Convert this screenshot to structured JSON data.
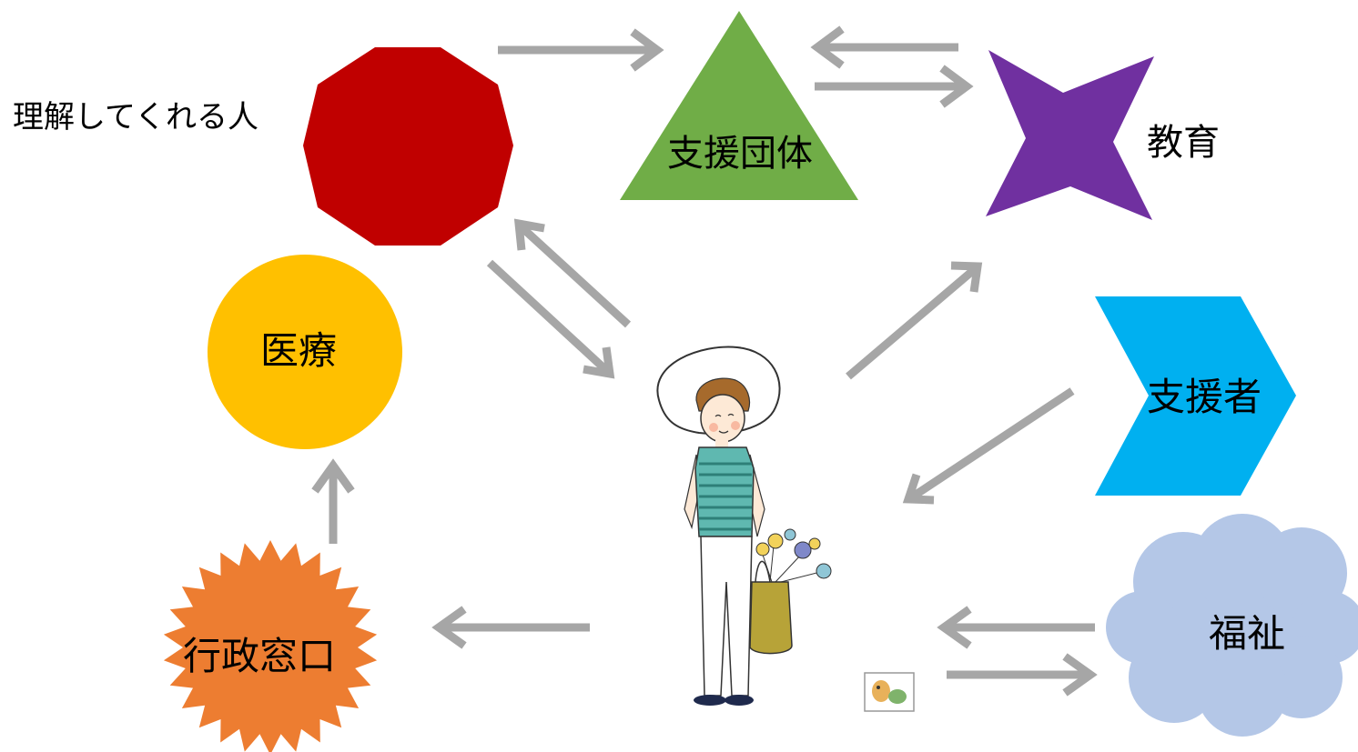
{
  "diagram": {
    "nodes": {
      "rikai": {
        "label": "理解してくれる人",
        "color": "#c00000",
        "shape": "decagon"
      },
      "shien_dantai": {
        "label": "支援団体",
        "color": "#70ad47",
        "shape": "triangle"
      },
      "kyouiku": {
        "label": "教育",
        "color": "#7030a0",
        "shape": "four-point-star"
      },
      "iryou": {
        "label": "医療",
        "color": "#ffc000",
        "shape": "circle"
      },
      "shiensha": {
        "label": "支援者",
        "color": "#00b0f0",
        "shape": "chevron"
      },
      "gyousei": {
        "label": "行政窓口",
        "color": "#ed7d31",
        "shape": "starburst"
      },
      "fukushi": {
        "label": "福祉",
        "color": "#b4c7e7",
        "shape": "cloud"
      }
    },
    "center_figure": {
      "icon": "woman-with-flower-bag-icon"
    },
    "small_stamp": {
      "icon": "bird-stamp-icon"
    },
    "arrow_color": "#a6a6a6"
  }
}
